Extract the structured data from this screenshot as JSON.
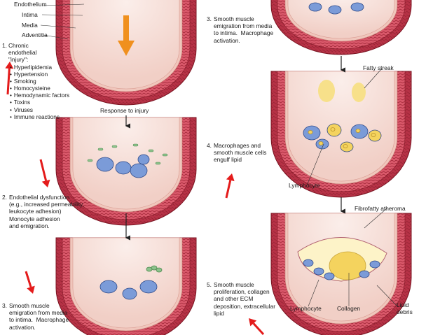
{
  "layers": [
    "Endothelium",
    "Intima",
    "Media",
    "Adventitia"
  ],
  "steps": [
    {
      "number": "1.",
      "text": "Chronic\nendothelial\n\"injury\":"
    },
    {
      "number": "2.",
      "text": "Endothelial dysfunction\n(e.g., increased permeability,\nleukocyte adhesion)\nMonocyte adhesion\nand emigration."
    },
    {
      "number": "3.",
      "text": "Smooth muscle\nemigration from media\nto intima.  Macrophage\nactivation."
    },
    {
      "number": "4.",
      "text": "Macrophages and\nsmooth muscle cells\nengulf lipid"
    },
    {
      "number": "5.",
      "text": "Smooth muscle\nproliferation, collagen\nand other ECM\ndeposition, extracellular\nlipid"
    }
  ],
  "risk_factors": [
    "Hyperlipidemia",
    "Hypertension",
    "Smoking",
    "Homocysteine",
    "Hemodynamic factors",
    "Toxins",
    "Viruses",
    "Immune reactions"
  ],
  "transition": "Response to injury",
  "annotations": {
    "fatty_streak": "Fatty streak",
    "fibrofatty_atheroma": "Fibrofatty atheroma",
    "lymphocyte": "Lymphocyte",
    "collagen": "Collagen",
    "lipid_debris": "Lipid\ndebris"
  },
  "colors": {
    "adventitia": "#b02c3e",
    "media": "#d9586a",
    "intima": "#f0c6bc",
    "lumen": "#f6ddd6",
    "cell": "#7b9bd8",
    "lipid": "#f4d35e",
    "smooth_muscle": "#8cc28c",
    "red_arrow": "#e41b1b",
    "orange_arrow": "#f0901e"
  }
}
